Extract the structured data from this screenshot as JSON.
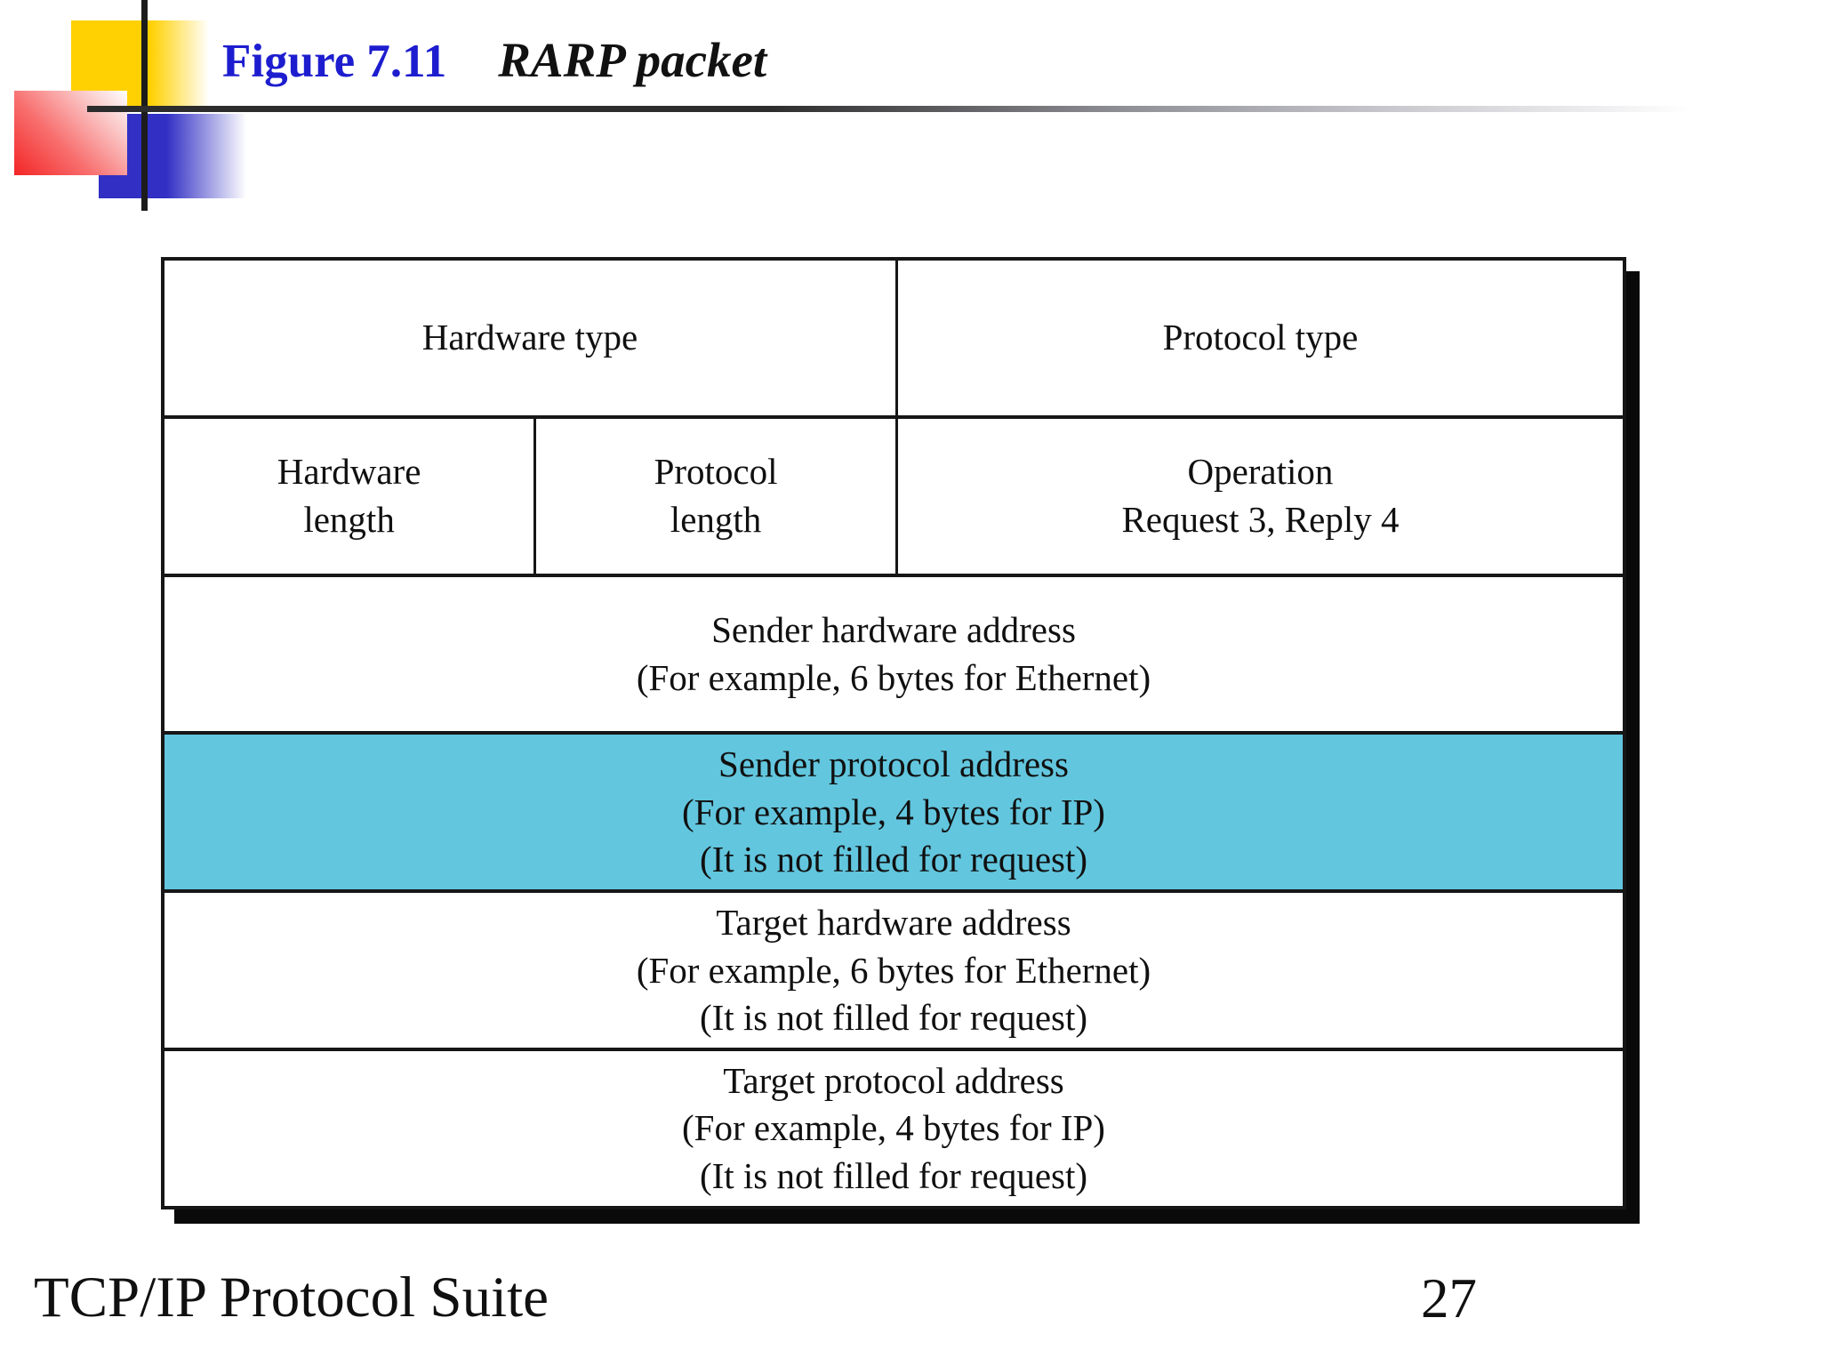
{
  "slide": {
    "figure_label": "Figure 7.11",
    "figure_title": "RARP packet",
    "footer_title": "TCP/IP Protocol Suite",
    "page_number": "27"
  },
  "packet_table": {
    "hardware_type": "Hardware type",
    "protocol_type": "Protocol type",
    "hardware_length": "Hardware\nlength",
    "protocol_length": "Protocol\nlength",
    "operation": "Operation\nRequest 3, Reply 4",
    "sender_hardware_address": "Sender hardware address\n(For example, 6 bytes for Ethernet)",
    "sender_protocol_address": "Sender protocol address\n(For example, 4 bytes for IP)\n(It is not filled for request)",
    "target_hardware_address": "Target hardware address\n(For example, 6 bytes for Ethernet)\n(It is not filled for request)",
    "target_protocol_address": "Target protocol address\n(For example, 4 bytes for IP)\n(It is not filled for request)"
  },
  "colors": {
    "highlight_row": "#62c6de",
    "figure_label_blue": "#1d1dcf",
    "deco_yellow": "#ffd103",
    "deco_red": "#f32525",
    "deco_blue": "#3230c4",
    "table_border": "#161616"
  }
}
